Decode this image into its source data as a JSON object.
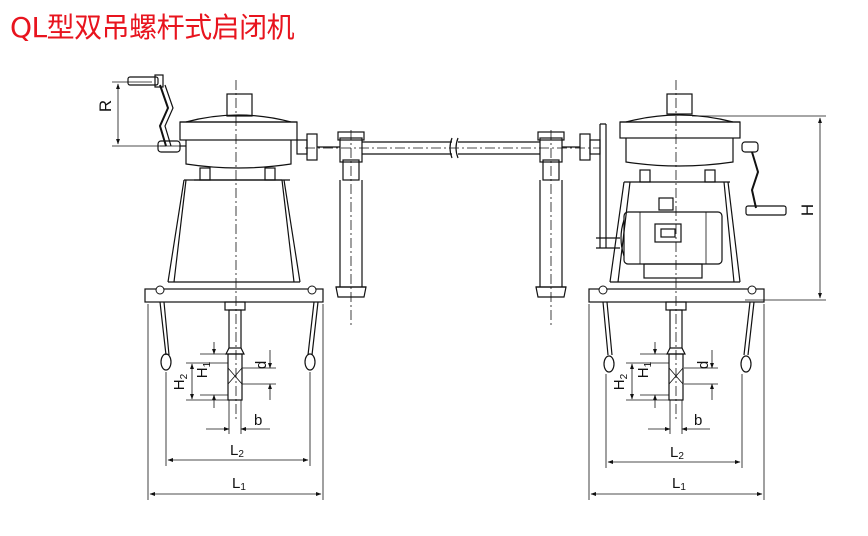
{
  "title": "QL型双吊螺杆式启闭机",
  "colors": {
    "title": "#e8141e",
    "line": "#111111",
    "background": "#ffffff"
  },
  "dimension_labels": {
    "R": "R",
    "H": "H",
    "H1": "H",
    "H1_sub": "1",
    "H2": "H",
    "H2_sub": "2",
    "d": "d",
    "b": "b",
    "L1": "L",
    "L1_sub": "1",
    "L2": "L",
    "L2_sub": "2"
  }
}
